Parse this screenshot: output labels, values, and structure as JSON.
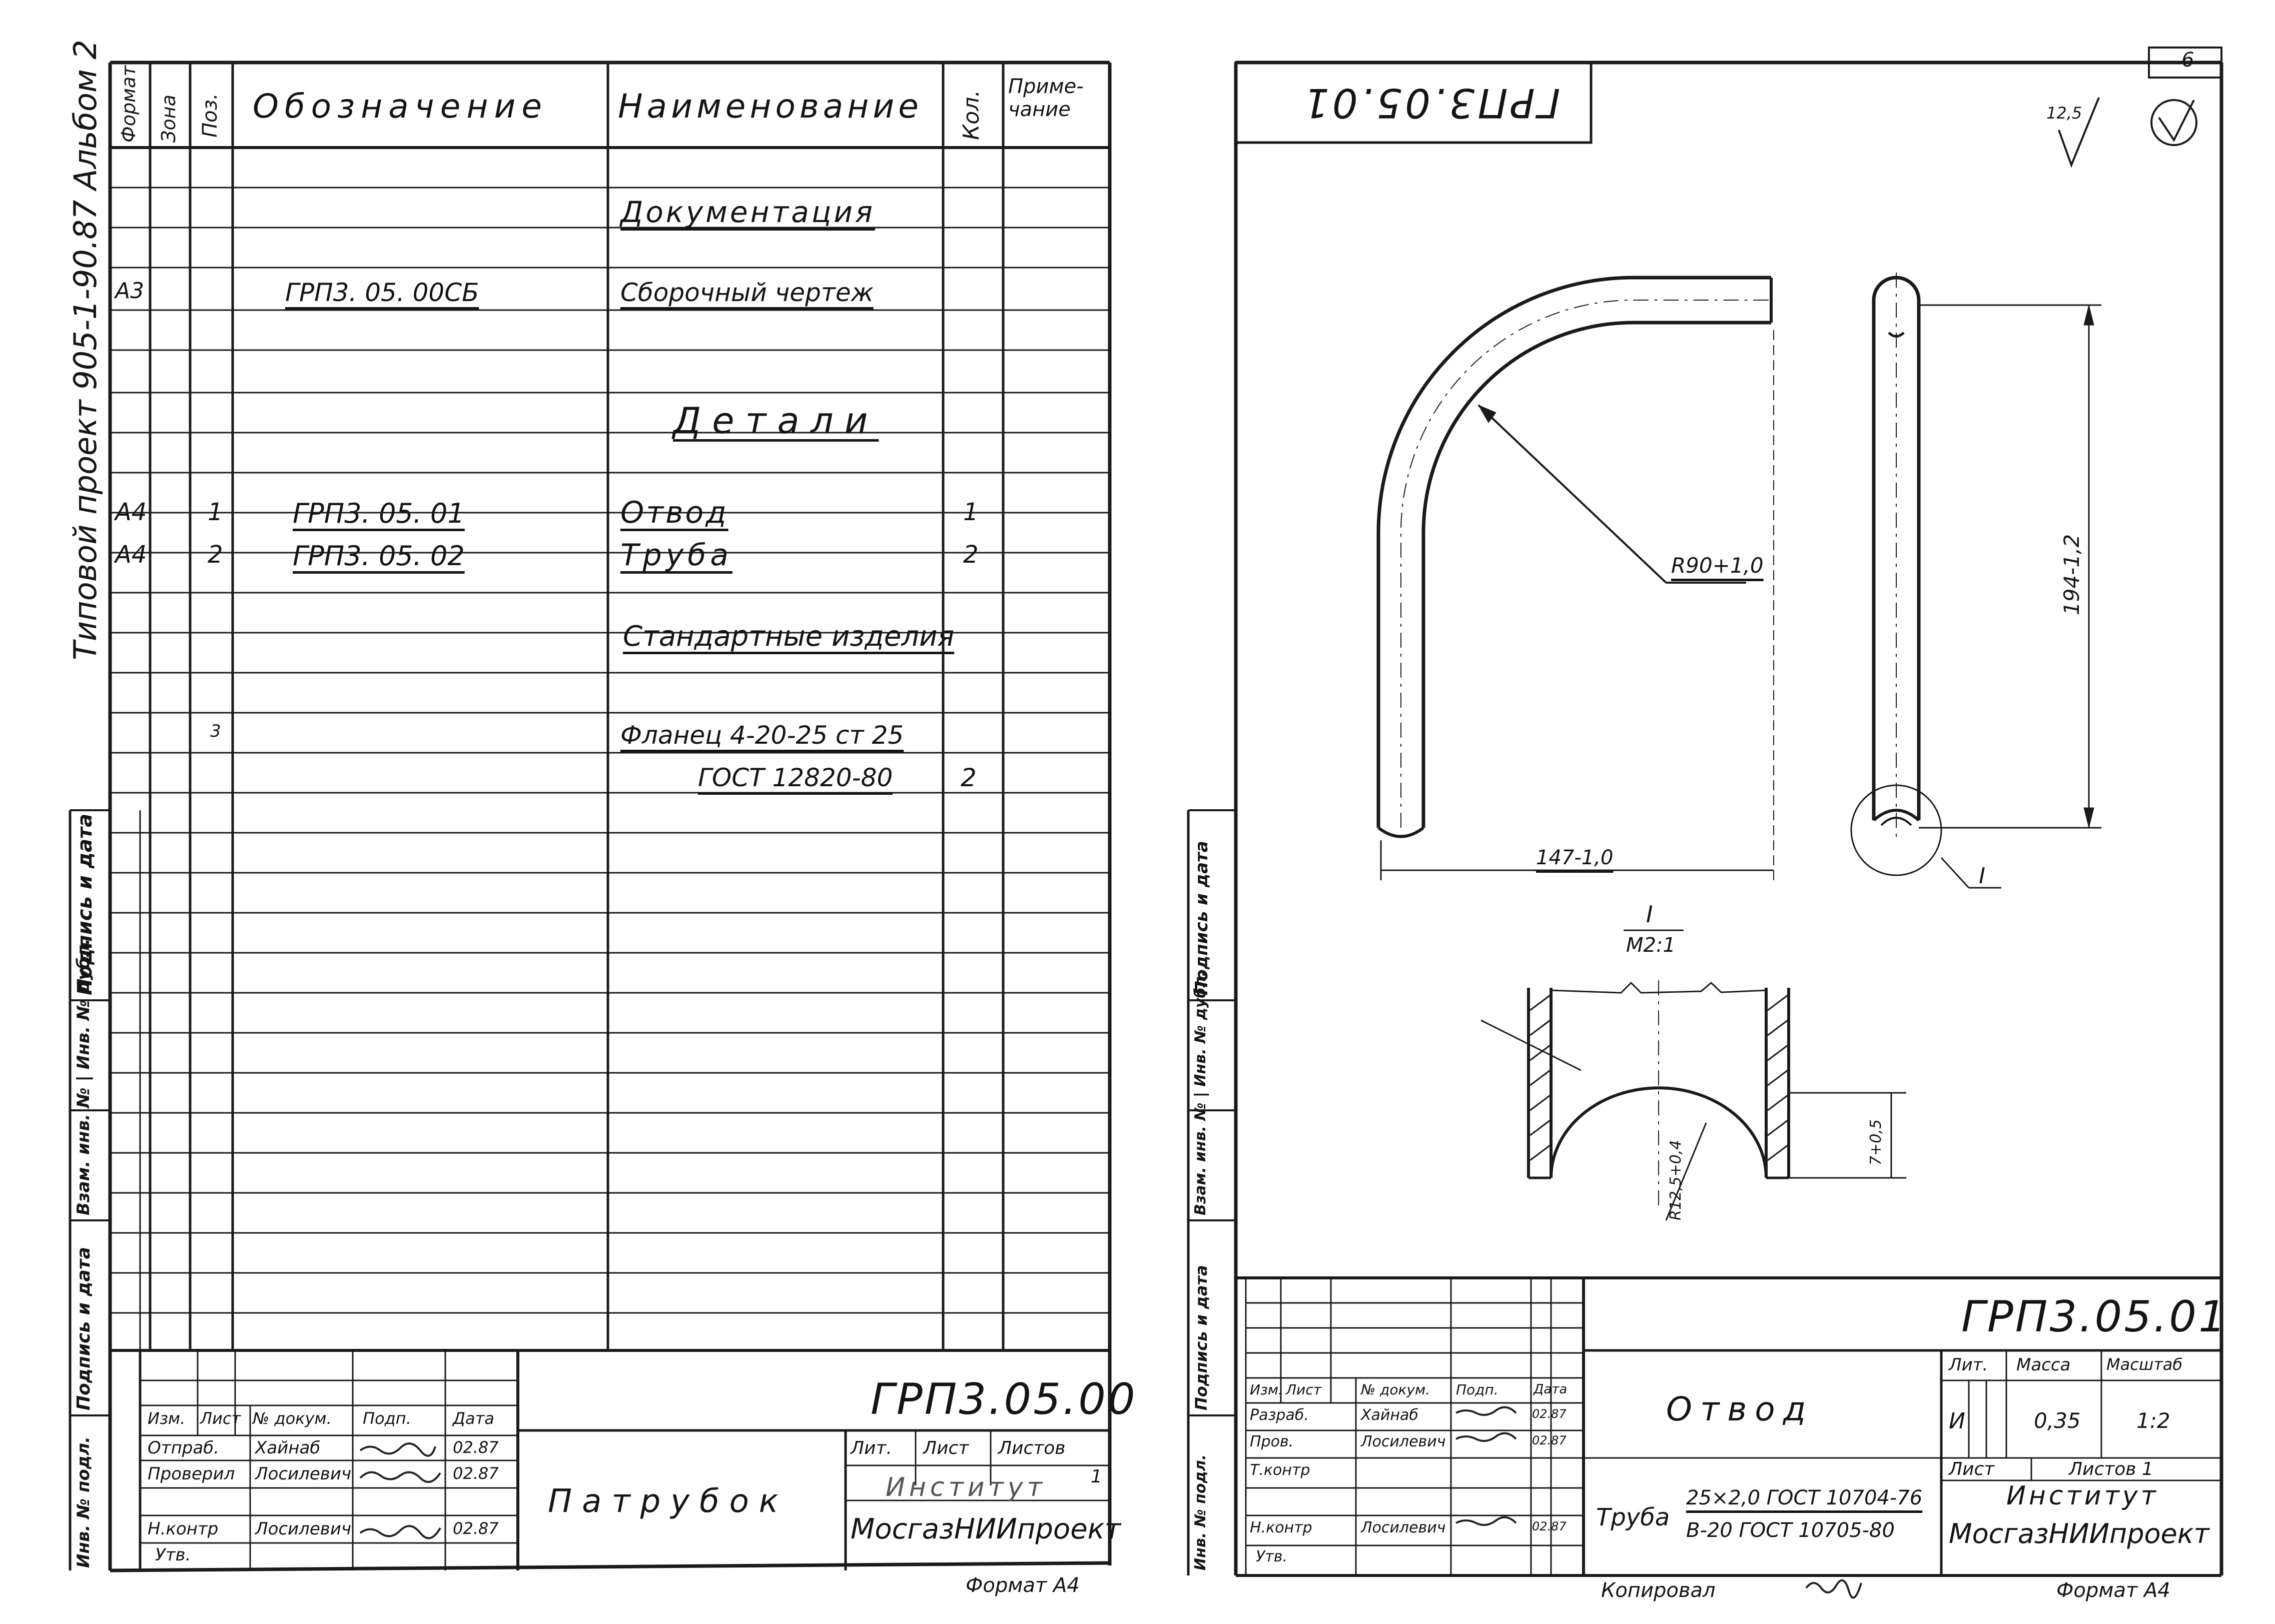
{
  "spec_sheet": {
    "side_title": "Типовой проект 905-1-90.87 Альбом 2",
    "header": {
      "format": "Формат",
      "zone": "Зона",
      "pos": "Поз.",
      "designation": "Обозначение",
      "name": "Наименование",
      "qty": "Кол.",
      "note": "Приме-чание"
    },
    "sections": {
      "documentation": "Документация",
      "parts": "Детали",
      "standard": "Стандартные изделия"
    },
    "rows": [
      {
        "format": "А3",
        "pos": "",
        "designation": "ГРП3. 05. 00СБ",
        "name": "Сборочный чертеж",
        "qty": ""
      },
      {
        "format": "А4",
        "pos": "1",
        "designation": "ГРП3. 05. 01",
        "name": "Отвод",
        "qty": "1"
      },
      {
        "format": "А4",
        "pos": "2",
        "designation": "ГРП3. 05. 02",
        "name": "Труба",
        "qty": "2"
      },
      {
        "format": "",
        "pos": "3",
        "designation": "",
        "name": "Фланец 4-20-25 ст 25",
        "qty": ""
      },
      {
        "format": "",
        "pos": "",
        "designation": "",
        "name": "ГОСТ 12820-80",
        "qty": "2"
      }
    ],
    "left_margin_labels": [
      "Подпись и дата",
      "Взам. инв. № | Инв. № дубл.",
      "Подпись и дата",
      "Инв. № подл."
    ],
    "title_block": {
      "code": "ГРП3.05.00",
      "title": "Патрубок",
      "roles": [
        "Изм.",
        "Лист",
        "№ докум.",
        "Подп.",
        "Дата"
      ],
      "people": [
        {
          "role": "Отпраб.",
          "name": "Хайнаб",
          "date": "02.87"
        },
        {
          "role": "Проверил",
          "name": "Лосилевич",
          "date": "02.87"
        },
        {
          "role": "Н.контр",
          "name": "Лосилевич",
          "date": "02.87"
        },
        {
          "role": "Утв.",
          "name": "",
          "date": ""
        }
      ],
      "lit": "Лит.",
      "sheet": "Лист",
      "sheets": "Листов",
      "sheet_val": "1",
      "institute_1": "Институт",
      "institute_2": "МосгазНИИпроект",
      "format": "Формат А4"
    }
  },
  "drawing_sheet": {
    "page_number": "6",
    "mirrored_code": "ГРП3.05.01",
    "roughness": "12,5",
    "dims": {
      "radius": "R90+1,0",
      "width": "147-1,0",
      "height": "194-1,2",
      "detail_ref": "I",
      "detail_label": "I",
      "detail_scale": "М2:1",
      "cut_radius": "R12,5+0,4",
      "cut_height": "7+0,5"
    },
    "title_block": {
      "code": "ГРП3.05.01",
      "title": "Отвод",
      "material_1": "25×2,0 ГОСТ 10704-76",
      "material_2": "В-20 ГОСТ 10705-80",
      "material_prefix": "Труба",
      "roles": [
        "Изм.",
        "Лист",
        "№ докум.",
        "Подп.",
        "Дата"
      ],
      "people": [
        {
          "role": "Разраб.",
          "name": "Хайнаб",
          "date": "02.87"
        },
        {
          "role": "Пров.",
          "name": "Лосилевич",
          "date": "02.87"
        },
        {
          "role": "Т.контр",
          "name": "",
          "date": ""
        },
        {
          "role": "Н.контр",
          "name": "Лосилевич",
          "date": "02.87"
        },
        {
          "role": "Утв.",
          "name": "",
          "date": ""
        }
      ],
      "lit_header": "Лит.",
      "mass_header": "Масса",
      "scale_header": "Масштаб",
      "lit": "И",
      "mass": "0,35",
      "scale": "1:2",
      "sheet": "Лист",
      "sheets": "Листов 1",
      "institute_1": "Институт",
      "institute_2": "МосгазНИИпроект",
      "copied": "Копировал",
      "format": "Формат А4"
    }
  }
}
